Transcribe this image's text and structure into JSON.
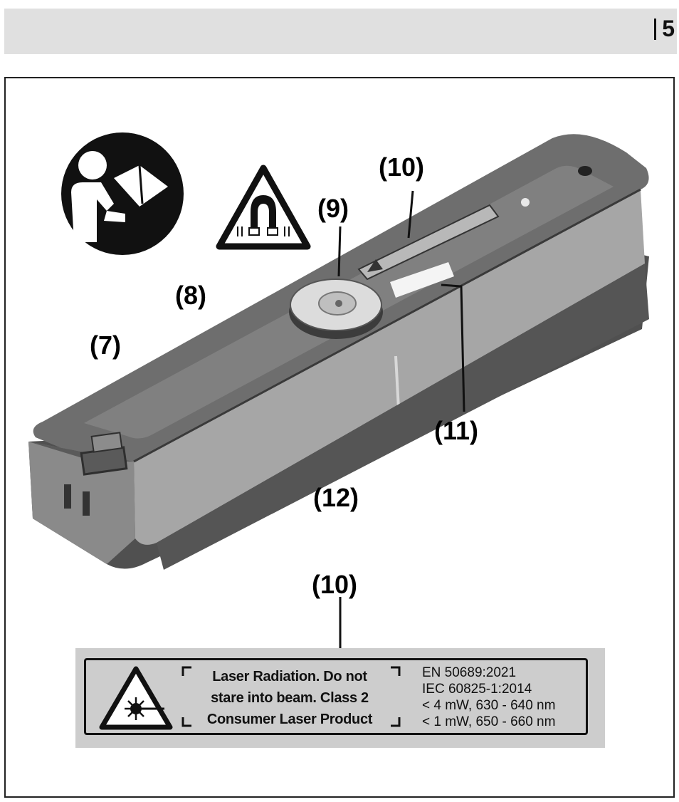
{
  "header": {
    "page_number": "5"
  },
  "callouts": {
    "c7": "(7)",
    "c8": "(8)",
    "c9": "(9)",
    "c10_top": "(10)",
    "c11": "(11)",
    "c12": "(12)",
    "c10_bottom": "(10)"
  },
  "laser_label": {
    "warning_lines": [
      "Laser Radiation. Do not",
      "stare into beam. Class 2",
      "Consumer Laser Product"
    ],
    "spec_lines": [
      "EN 50689:2021",
      "IEC 60825-1:2014",
      "< 4 mW, 630 - 640 nm",
      "< 1 mW, 650 - 660 nm"
    ]
  },
  "icons": [
    "read-manual-icon",
    "magnet-warning-icon",
    "laser-warning-icon"
  ]
}
